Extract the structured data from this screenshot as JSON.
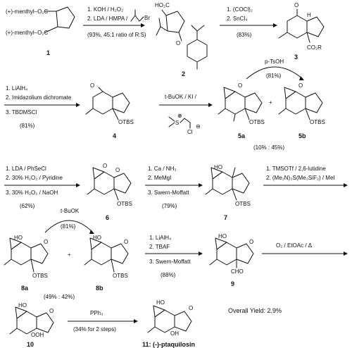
{
  "compounds": [
    {
      "id": "c1",
      "label": "1",
      "groups": [
        "(+)-menthyl–O₂C",
        "(+)-menthyl–O₂C"
      ]
    },
    {
      "id": "c2",
      "label": "2",
      "groups": [
        "HO₂C",
        "O"
      ]
    },
    {
      "id": "c3",
      "label": "3",
      "groups": [
        "O",
        "H",
        "CO₂R"
      ]
    },
    {
      "id": "c4",
      "label": "4",
      "groups": [
        "O",
        "OTBS"
      ]
    },
    {
      "id": "c5a",
      "label": "5a",
      "groups": [
        "O",
        "OTBS"
      ]
    },
    {
      "id": "c5b",
      "label": "5b",
      "groups": [
        "O",
        "OTBS"
      ]
    },
    {
      "id": "c6",
      "label": "6",
      "groups": [
        "O",
        "O",
        "OTBS"
      ]
    },
    {
      "id": "c7",
      "label": "7",
      "groups": [
        "HO",
        "OTBS"
      ]
    },
    {
      "id": "c8a",
      "label": "8a",
      "groups": [
        "HO",
        "O",
        "OTBS"
      ]
    },
    {
      "id": "c8b",
      "label": "8b",
      "groups": [
        "HO",
        "O",
        "OTBS"
      ]
    },
    {
      "id": "c9",
      "label": "9",
      "groups": [
        "HO",
        "O",
        "CHO"
      ]
    },
    {
      "id": "c10",
      "label": "10",
      "groups": [
        "HO",
        "O",
        "OOH"
      ]
    },
    {
      "id": "c11",
      "label": "11: (-)-ptaquilosin",
      "groups": [
        "HO",
        "O",
        "OH"
      ]
    }
  ],
  "steps": [
    {
      "id": "s1",
      "above": [
        "1. KOH / H₂O₂",
        "2. LDA / HMPA /"
      ],
      "below": [
        "(93%, 45:1 ratio of R:S)"
      ]
    },
    {
      "id": "s2",
      "above": [
        "1. (COCl)₂",
        "2. SnCl₄"
      ],
      "below": [
        "(83%)"
      ]
    },
    {
      "id": "s3",
      "above": [
        "1. LiAlH₄",
        "2. Imidazolium dichromate"
      ],
      "below": [
        "3. TBDMSCl",
        "(81%)"
      ]
    },
    {
      "id": "s4",
      "above": [
        "t-BuOK / KI /"
      ],
      "below": []
    },
    {
      "id": "s5",
      "above": [
        "p-TsOH"
      ],
      "below": [
        "(81%)"
      ]
    },
    {
      "id": "s6",
      "above": [
        "1. LDA / PhSeCl",
        "2. 30% H₂O₂ / Pyridine"
      ],
      "below": [
        "3. 30% H₂O₂ / NaOH",
        "(62%)"
      ]
    },
    {
      "id": "s7",
      "above": [
        "1. Ca / NH₃",
        "2. MeMgI"
      ],
      "below": [
        "3. Swern-Moffatt",
        "(79%)"
      ]
    },
    {
      "id": "s8",
      "above": [
        "1. TMSOTf / 2,6-lutidine",
        "2. (Me₂N)₃S(Me₃SiF₂) / MeI"
      ],
      "below": []
    },
    {
      "id": "s9",
      "above": [
        "t-BuOK"
      ],
      "below": [
        "(81%)"
      ]
    },
    {
      "id": "s10",
      "above": [
        "1. LiAlH₄",
        "2. TBAF"
      ],
      "below": [
        "3. Swern-Moffatt",
        "(88%)"
      ]
    },
    {
      "id": "s11",
      "above": [
        "O₂ / EtOAc / Δ"
      ],
      "below": []
    },
    {
      "id": "s12",
      "above": [
        "PPh₃"
      ],
      "below": [
        "(34% for 2 steps)"
      ]
    }
  ],
  "ratios": {
    "r5": "(10% : 45%)",
    "r8": "(49% : 42%)"
  },
  "plus": "+",
  "reagent_labels": {
    "br": "Br",
    "s": "S",
    "s_charge": "⊕",
    "cl": "Cl",
    "cl_charge": "⊖"
  },
  "overall": "Overall Yield: 2.9%"
}
